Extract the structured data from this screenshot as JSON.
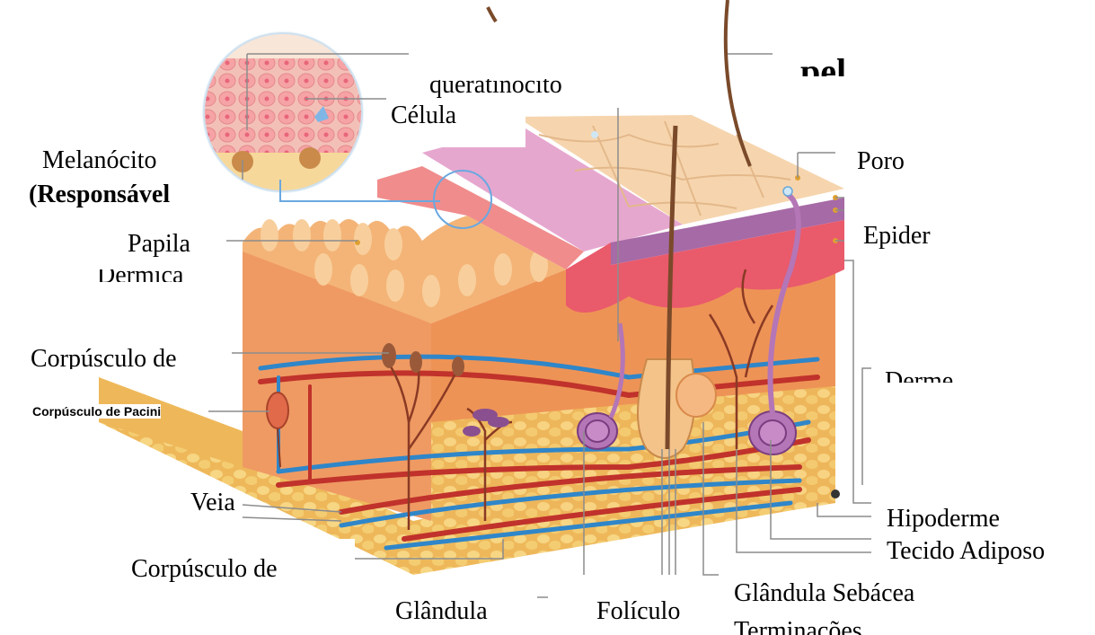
{
  "title": "pel",
  "labels": {
    "queratinocito": "queratinócito",
    "celula": "Célula",
    "melanocito": "Melanócito",
    "responsavel": "(Responsável",
    "papila": "Papila",
    "dermica": "Dérmica",
    "corpusculo_meissner": "Corpúsculo de",
    "corpusculo_pacini": "Corpúsculo de Pacini",
    "veia": "Veia",
    "corpusculo_ruffini": "Corpúsculo de",
    "glandula": "Glândula",
    "foliculo": "Folículo",
    "glandula_sebacea": "Glândula Sebácea",
    "terminacoes": "Terminações",
    "poro": "Poro",
    "epiderme": "Epider",
    "derme": "Derme",
    "hipoderme": "Hipoderme",
    "tecido_adiposo": "Tecido Adiposo"
  },
  "colors": {
    "epidermis_top": "#f6d5ae",
    "epidermis_pink": "#e8a9c9",
    "dermis": "#ef9a63",
    "dermis_dark": "#e48848",
    "papillae": "#f4b477",
    "red_layer": "#e85a6a",
    "fat": "#f2c56a",
    "artery": "#c0322b",
    "vein": "#2f86c9",
    "gland": "#9a5a9e",
    "hair": "#7a4a2a",
    "leader": "#8c8c8c"
  }
}
